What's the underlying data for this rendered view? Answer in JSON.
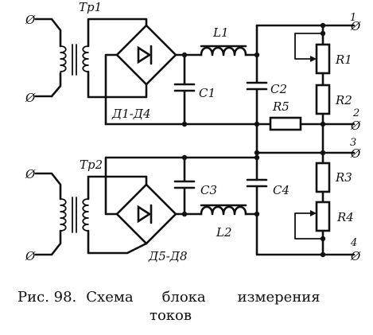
{
  "labels": {
    "tr1": "Тр1",
    "tr2": "Тр2",
    "l1": "L1",
    "l2": "L2",
    "c1": "C1",
    "c2": "C2",
    "c3": "C3",
    "c4": "C4",
    "r1": "R1",
    "r2": "R2",
    "r3": "R3",
    "r4": "R4",
    "r5": "R5",
    "d1_d4": "Д1-Д4",
    "d5_d8": "Д5-Д8",
    "t1": "1",
    "t2": "2",
    "t3": "3",
    "t4": "4",
    "input_symbol": "Ø"
  },
  "caption": {
    "figure": "Рис. 98.",
    "word1": "Схема",
    "word2": "блока",
    "word3": "измерения",
    "line2": "токов"
  }
}
